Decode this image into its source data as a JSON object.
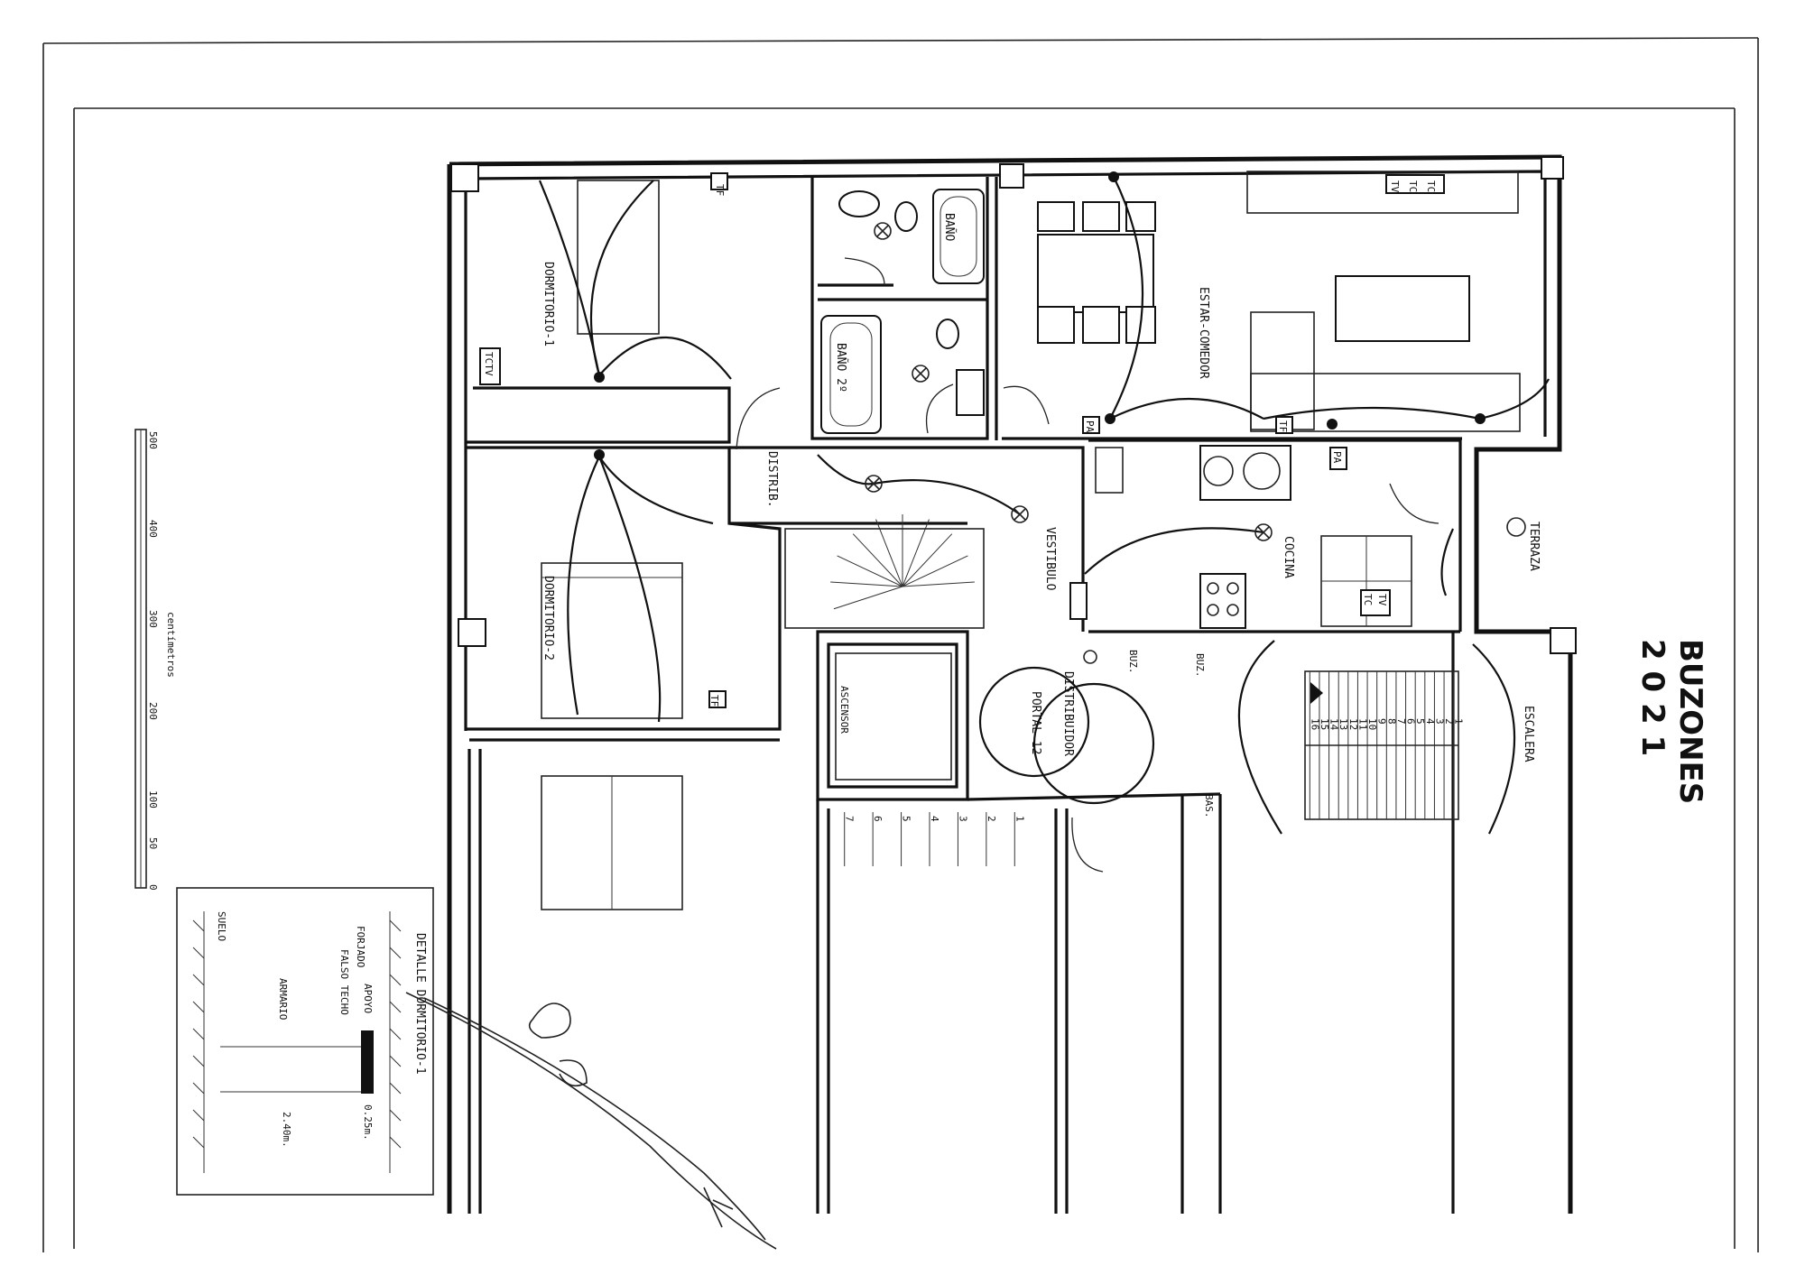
{
  "rooms": {
    "dormitorio1": "DORMITORIO-1",
    "dormitorio2": "DORMITORIO-2",
    "bano": "BAÑO",
    "bano2": "BAÑO 2º",
    "estar": "ESTAR-COMEDOR",
    "distrib": "DISTRIB.",
    "vestibulo": "VESTIBULO",
    "cocina": "COCINA",
    "terraza": "TERRAZA",
    "distribuidor": "DISTRIBUIDOR",
    "portal": "PORTAL 12",
    "escalera": "ESCALERA"
  },
  "fixtures": {
    "tf": "TF",
    "tv": "TV",
    "pa": "PA",
    "tctv": "TCTV",
    "tc": "TC",
    "ascensor": "ASCENSOR",
    "buzones": "BUZ.",
    "basura": "BAS."
  },
  "stair_numbers": [
    "1",
    "2",
    "3",
    "4",
    "5",
    "6",
    "7",
    "8",
    "9",
    "10",
    "11",
    "12",
    "13",
    "14",
    "15",
    "16"
  ],
  "landing_steps": [
    "1",
    "2",
    "3",
    "4",
    "5",
    "6",
    "7"
  ],
  "scale": {
    "unit": "centímetros",
    "ticks": [
      "0",
      "50",
      "100",
      "200",
      "300",
      "400",
      "500"
    ]
  },
  "detail": {
    "title": "DETALLE DORMITORIO-1",
    "forjado": "FORJADO",
    "apoyo": "APOYO",
    "falso_techo": "FALSO TECHO",
    "armario": "ARMARIO",
    "suelo": "SUELO",
    "h1": "0.25m.",
    "h2": "2.40m."
  },
  "stamp": {
    "line1": "BUZONES",
    "line2": "2 0 2 1"
  },
  "colors": {
    "ink": "#111111",
    "paper": "#ffffff"
  }
}
